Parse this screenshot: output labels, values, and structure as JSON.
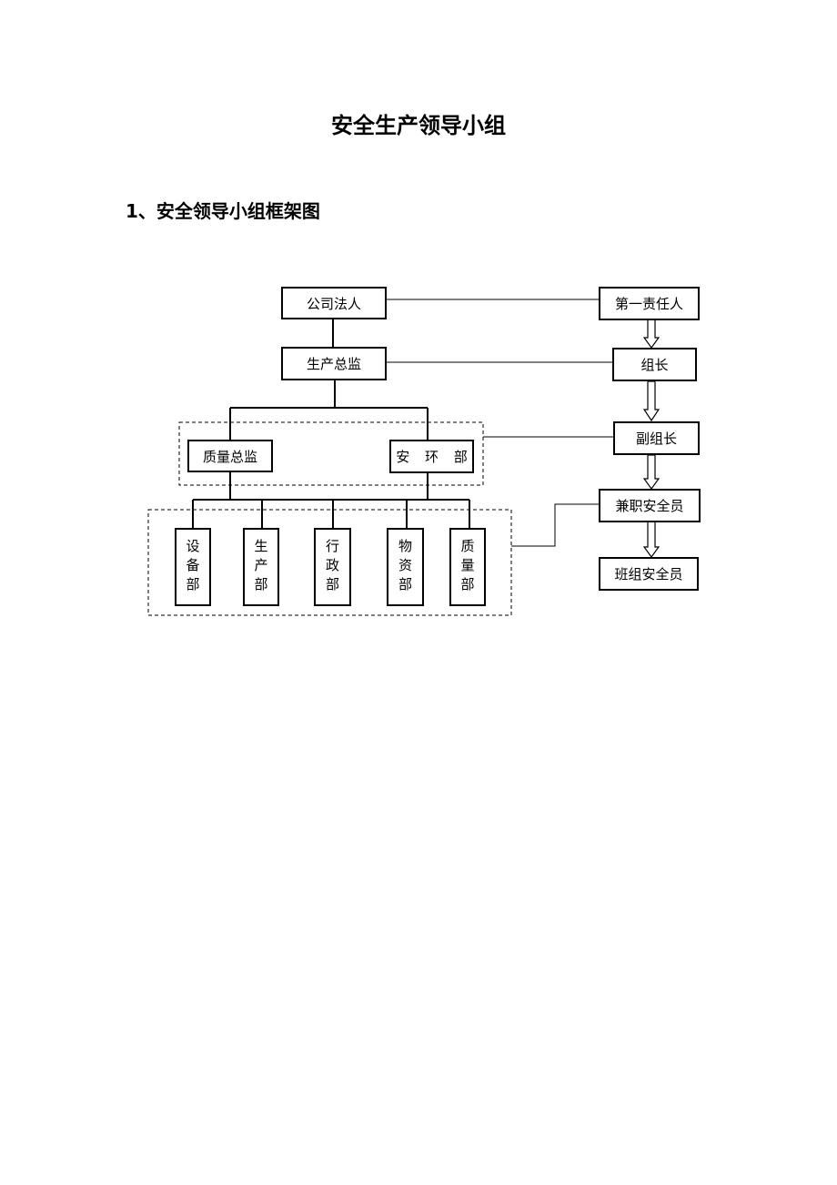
{
  "title": "安全生产领导小组",
  "section": "1、安全领导小组框架图",
  "org": {
    "legal_person": "公司法人",
    "production_director": "生产总监",
    "quality_director": "质量总监",
    "env_safety_dept": "安 环 部",
    "departments": [
      "设备部",
      "生产部",
      "行政部",
      "物资部",
      "质量部"
    ]
  },
  "responsibility": {
    "first_responsible": "第一责任人",
    "leader": "组长",
    "deputy_leader": "副组长",
    "part_time_safety_officer": "兼职安全员",
    "team_safety_officer": "班组安全员"
  }
}
